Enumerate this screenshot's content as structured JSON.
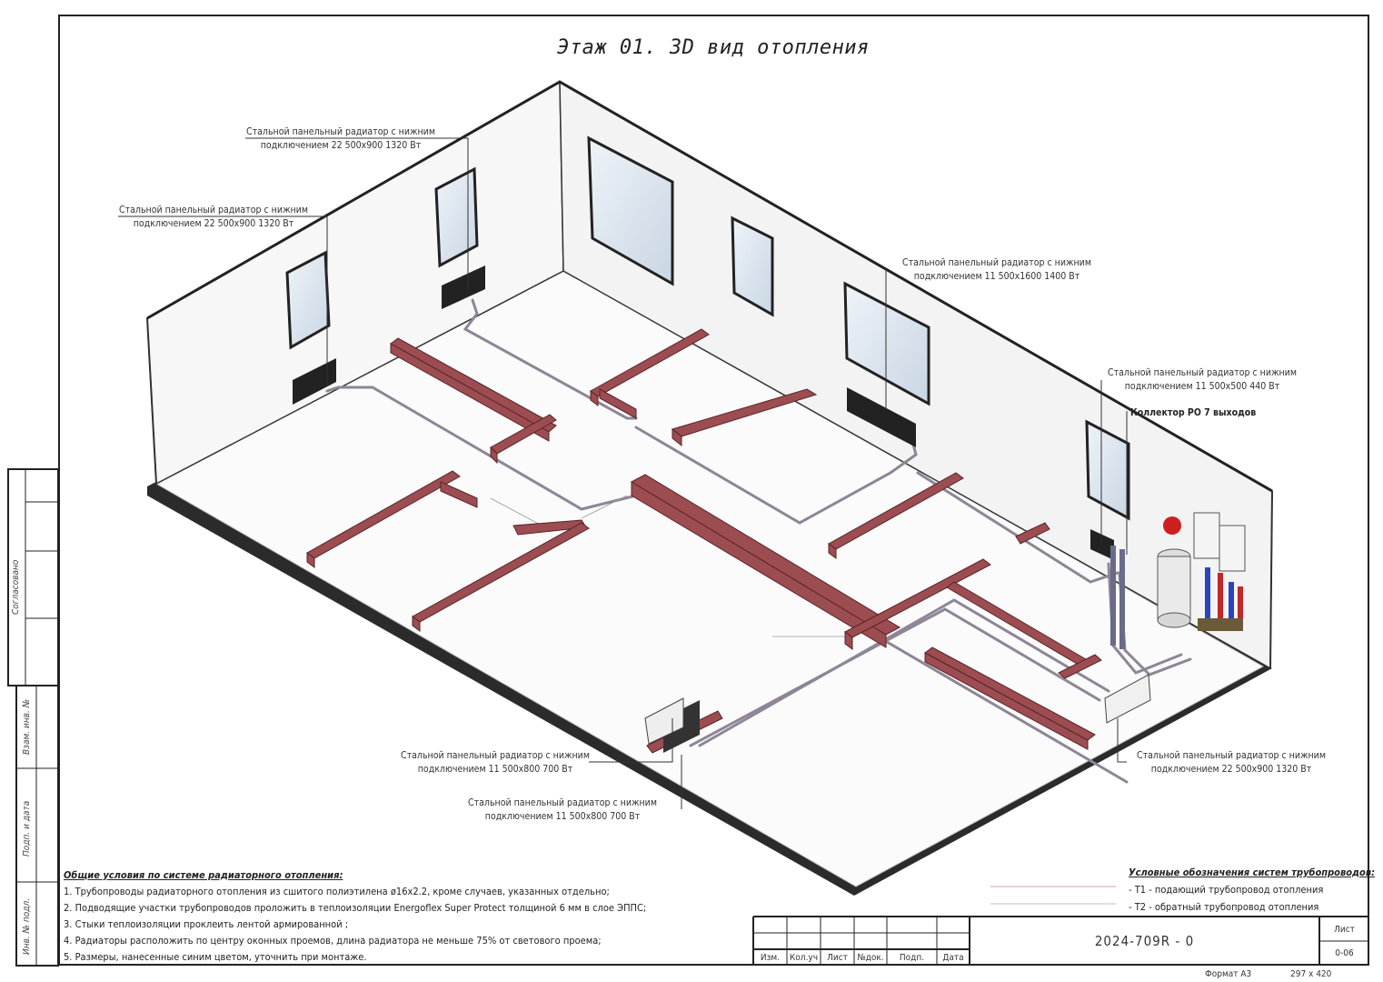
{
  "title": "Этаж 01. 3D вид отопления",
  "callouts": {
    "rad_top_center": [
      "Стальной панельный радиатор с нижним",
      "подключением 22 500x900 1320 Вт"
    ],
    "rad_top_left": [
      "Стальной панельный радиатор с нижним",
      "подключением 22 500x900 1320 Вт"
    ],
    "rad_right_mid": [
      "Стальной панельный радиатор с нижним",
      "подключением 11 500x1600 1400 Вт"
    ],
    "rad_right_small": [
      "Стальной панельный радиатор с нижним",
      "подключением 11 500x500 440 Вт"
    ],
    "collector": "Коллектор РО 7 выходов",
    "rad_bottom_a": [
      "Стальной панельный радиатор с нижним",
      "подключением 11 500x800 700 Вт"
    ],
    "rad_bottom_b": [
      "Стальной панельный радиатор с нижним",
      "подключением 11 500x800 700 Вт"
    ],
    "rad_bottom_right": [
      "Стальной панельный радиатор с нижним",
      "подключением 22 500x900 1320 Вт"
    ]
  },
  "notes": {
    "header": "Общие условия по системе радиаторного отопления:",
    "items": [
      "1. Трубопроводы радиаторного отопления из сшитого полиэтилена ø16x2.2, кроме случаев, указанных отдельно;",
      "2. Подводящие участки трубопроводов проложить в теплоизоляции Energoflex Super Protect толщиной 6 мм в слое ЭППС;",
      "3. Стыки теплоизоляции проклеить лентой армированной ;",
      "4. Радиаторы расположить по центру оконных проемов, длина радиатора не меньше 75% от светового проема;",
      "5. Размеры, нанесенные синим цветом, уточнить при монтаже."
    ]
  },
  "legend": {
    "header": "Условные обозначения систем трубопроводов:",
    "items": [
      "- Т1 - подающий трубопровод отопления",
      "- Т2 - обратный трубопровод отопления"
    ]
  },
  "side_stamp": {
    "agreed": "Согласовано",
    "inv_mutual": "Взам. инв. №",
    "sign_date": "Подп. и дата",
    "inv_orig": "Инв. № подл."
  },
  "stamp": {
    "code": "2024-709R - 0",
    "sheet_label": "Лист",
    "sheet_value": "0-06",
    "cols": [
      "Изм.",
      "Кол.уч",
      "Лист",
      "№док.",
      "Подп.",
      "Дата"
    ]
  },
  "format": {
    "label": "Формат А3",
    "size": "297 x 420"
  },
  "colors": {
    "wall": "#f6f6f6",
    "floor": "#fbfbfb",
    "beam": "#9c4d52",
    "pipe": "#8e8596",
    "window": "#dfe7f0"
  }
}
